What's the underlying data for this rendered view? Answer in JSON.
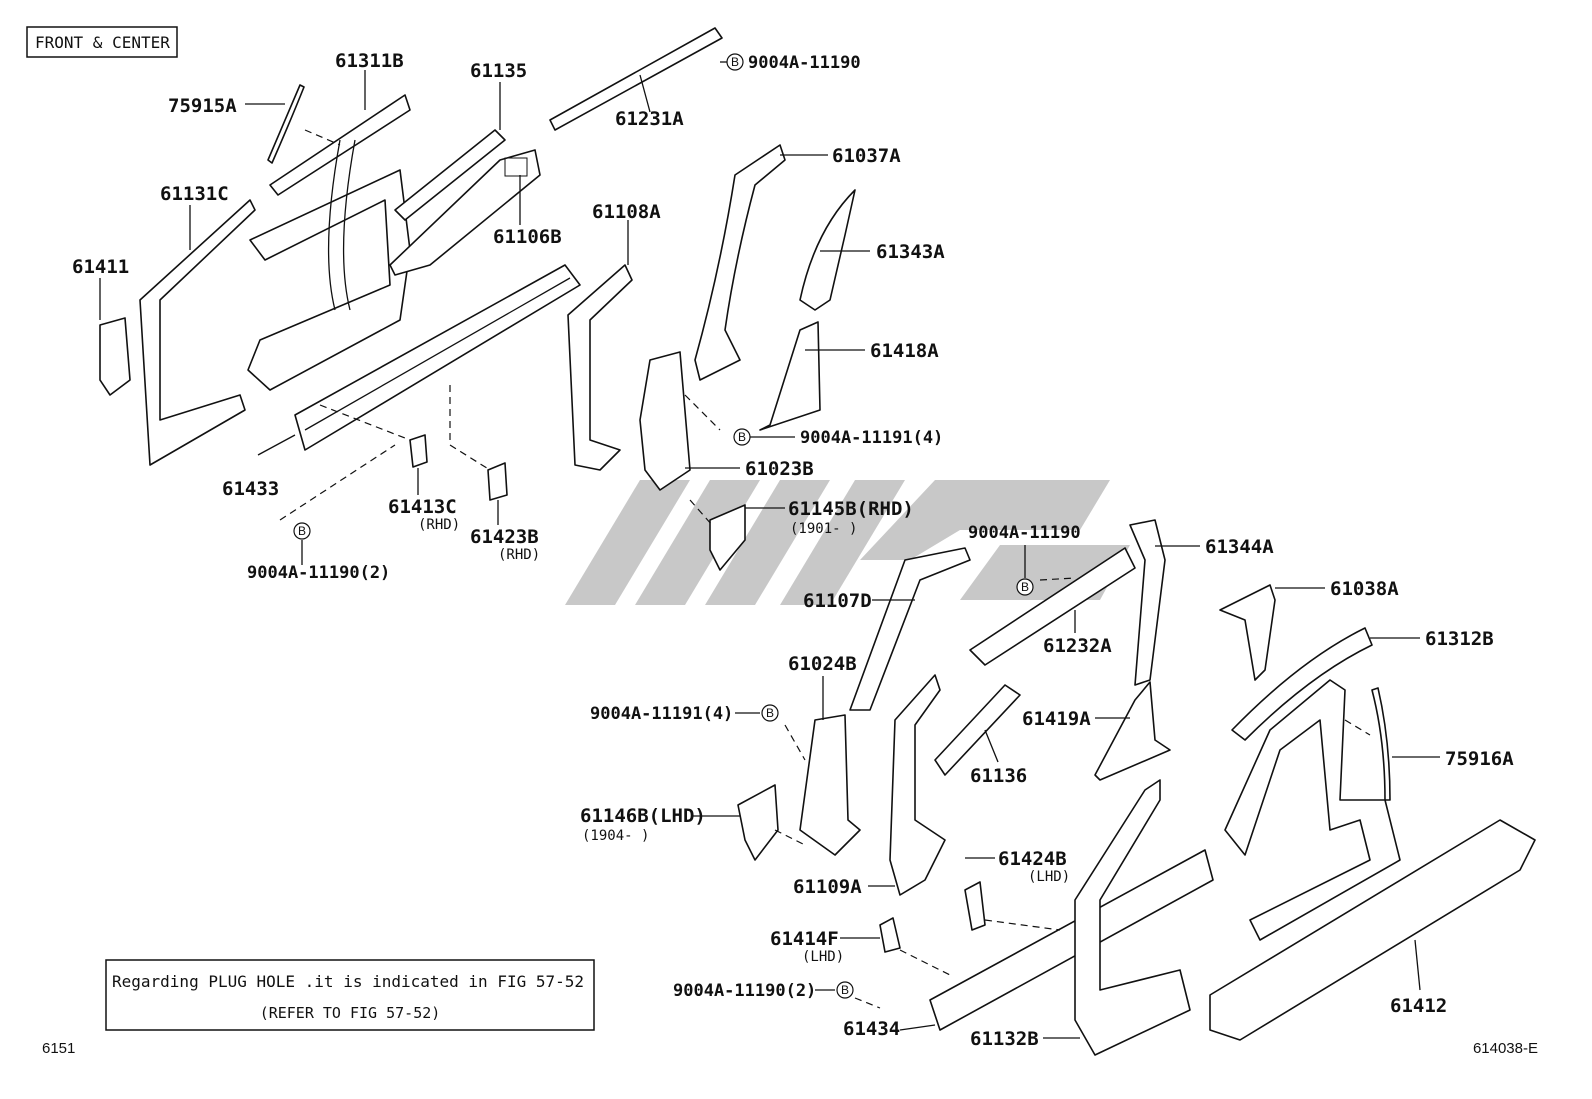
{
  "header": {
    "section_label": "FRONT & CENTER"
  },
  "note": {
    "line1": "Regarding PLUG HOLE .it is indicated in FIG 57-52",
    "line2": "(REFER TO FIG 57-52)"
  },
  "footer": {
    "left_code": "6151",
    "right_code": "614038-E"
  },
  "fastener_symbol": "B",
  "callouts": [
    {
      "id": "61311B",
      "text": "61311B",
      "sub": ""
    },
    {
      "id": "61135",
      "text": "61135",
      "sub": ""
    },
    {
      "id": "9004A-11190-top",
      "text": "9004A-11190",
      "sub": ""
    },
    {
      "id": "75915A",
      "text": "75915A",
      "sub": ""
    },
    {
      "id": "61231A",
      "text": "61231A",
      "sub": ""
    },
    {
      "id": "61037A",
      "text": "61037A",
      "sub": ""
    },
    {
      "id": "61131C",
      "text": "61131C",
      "sub": ""
    },
    {
      "id": "61106B",
      "text": "61106B",
      "sub": ""
    },
    {
      "id": "61108A",
      "text": "61108A",
      "sub": ""
    },
    {
      "id": "61343A",
      "text": "61343A",
      "sub": ""
    },
    {
      "id": "61411",
      "text": "61411",
      "sub": ""
    },
    {
      "id": "61418A",
      "text": "61418A",
      "sub": ""
    },
    {
      "id": "9004A-11191-4-upper",
      "text": "9004A-11191(4)",
      "sub": ""
    },
    {
      "id": "61023B",
      "text": "61023B",
      "sub": ""
    },
    {
      "id": "61433",
      "text": "61433",
      "sub": ""
    },
    {
      "id": "61413C",
      "text": "61413C",
      "sub": "(RHD)"
    },
    {
      "id": "61423B",
      "text": "61423B",
      "sub": "(RHD)"
    },
    {
      "id": "61145B",
      "text": "61145B(RHD)",
      "sub": "(1901-   )"
    },
    {
      "id": "9004A-11190-2-left",
      "text": "9004A-11190(2)",
      "sub": ""
    },
    {
      "id": "9004A-11190-mid",
      "text": "9004A-11190",
      "sub": ""
    },
    {
      "id": "61344A",
      "text": "61344A",
      "sub": ""
    },
    {
      "id": "61107D",
      "text": "61107D",
      "sub": ""
    },
    {
      "id": "61038A",
      "text": "61038A",
      "sub": ""
    },
    {
      "id": "61232A",
      "text": "61232A",
      "sub": ""
    },
    {
      "id": "61312B",
      "text": "61312B",
      "sub": ""
    },
    {
      "id": "61024B",
      "text": "61024B",
      "sub": ""
    },
    {
      "id": "9004A-11191-4-lower",
      "text": "9004A-11191(4)",
      "sub": ""
    },
    {
      "id": "61419A",
      "text": "61419A",
      "sub": ""
    },
    {
      "id": "75916A",
      "text": "75916A",
      "sub": ""
    },
    {
      "id": "61136",
      "text": "61136",
      "sub": ""
    },
    {
      "id": "61146B",
      "text": "61146B(LHD)",
      "sub": "(1904-   )"
    },
    {
      "id": "61424B",
      "text": "61424B",
      "sub": "(LHD)"
    },
    {
      "id": "61109A",
      "text": "61109A",
      "sub": ""
    },
    {
      "id": "61414F",
      "text": "61414F",
      "sub": "(LHD)"
    },
    {
      "id": "9004A-11190-2-bottom",
      "text": "9004A-11190(2)",
      "sub": ""
    },
    {
      "id": "61412",
      "text": "61412",
      "sub": ""
    },
    {
      "id": "61434",
      "text": "61434",
      "sub": ""
    },
    {
      "id": "61132B",
      "text": "61132B",
      "sub": ""
    }
  ]
}
